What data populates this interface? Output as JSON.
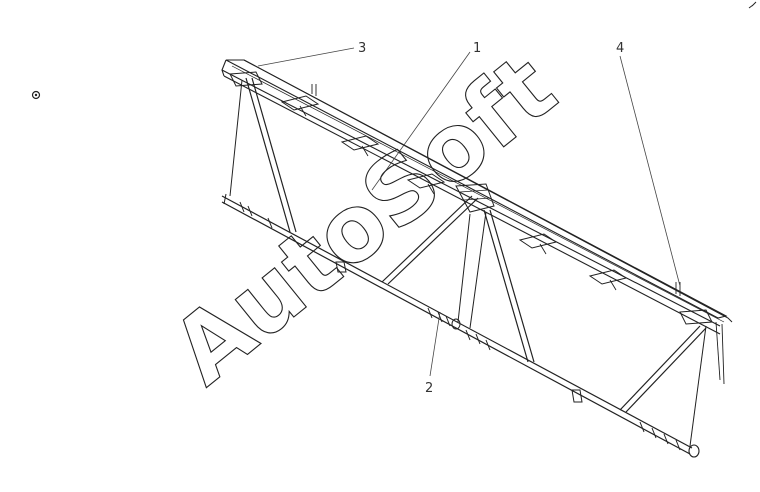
{
  "diagram": {
    "callouts": [
      {
        "id": "1",
        "label": "1"
      },
      {
        "id": "2",
        "label": "2"
      },
      {
        "id": "3",
        "label": "3"
      },
      {
        "id": "4",
        "label": "4"
      }
    ]
  },
  "watermark": {
    "text": "AutoSoft"
  },
  "colors": {
    "line": "#222222",
    "background": "#ffffff"
  }
}
